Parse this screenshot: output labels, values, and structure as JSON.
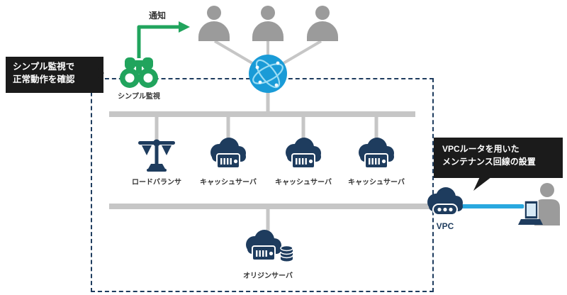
{
  "callouts": {
    "left": {
      "line1": "シンプル監視で",
      "line2": "正常動作を確認"
    },
    "right": {
      "line1": "VPCルータを用いた",
      "line2": "メンテナンス回線の設置"
    }
  },
  "labels": {
    "notify": "通知",
    "monitoring": "シンプル監視",
    "load_balancer": "ロードバランサ",
    "cache_servers": [
      "キャッシュサーバ",
      "キャッシュサーバ",
      "キャッシュサーバ"
    ],
    "origin": "オリジンサーバ",
    "vpc": "VPC"
  },
  "colors": {
    "navy": "#1e3c5e",
    "green": "#21a45d",
    "globe_blue": "#1a9bd7",
    "gray_line": "#c6c6c6",
    "gray_user": "#9b9b9b",
    "callout_bg": "#1b1b1b",
    "link_blue": "#29a8df",
    "label_text": "#333333"
  }
}
